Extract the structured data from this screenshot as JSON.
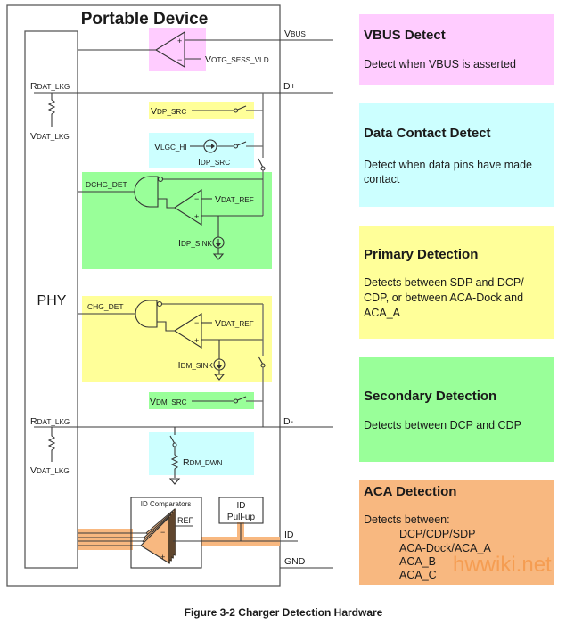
{
  "figure": {
    "title": "Portable Device",
    "phy_label": "PHY",
    "caption": "Figure 3-2  Charger Detection Hardware",
    "watermark": "hwwiki.net"
  },
  "signals": {
    "vbus": {
      "main": "V",
      "sub": "BUS"
    },
    "d_plus": "D+",
    "d_minus": "D-",
    "id": "ID",
    "gnd": "GND"
  },
  "components": {
    "votg_sess_vld": {
      "main": "V",
      "sub": "OTG_SESS_VLD"
    },
    "rdat_lkg": {
      "main": "R",
      "sub": "DAT_LKG"
    },
    "vdat_lkg": {
      "main": "V",
      "sub": "DAT_LKG"
    },
    "vdp_src": {
      "main": "V",
      "sub": "DP_SRC"
    },
    "vlgc_hi": {
      "main": "V",
      "sub": "LGC_HI"
    },
    "idp_src": {
      "main": "I",
      "sub": "DP_SRC"
    },
    "dchg_det": "DCHG_DET",
    "vdat_ref": {
      "main": "V",
      "sub": "DAT_REF"
    },
    "idp_sink": {
      "main": "I",
      "sub": "DP_SINK"
    },
    "chg_det": "CHG_DET",
    "idm_sink": {
      "main": "I",
      "sub": "DM_SINK"
    },
    "vdm_src": {
      "main": "V",
      "sub": "DM_SRC"
    },
    "rdm_dwn": {
      "main": "R",
      "sub": "DM_DWN"
    },
    "id_comparators": "ID Comparators",
    "ref": "REF",
    "id_pullup": [
      "ID",
      "Pull-up"
    ],
    "plus": "+",
    "minus": "−"
  },
  "colors": {
    "vbus_detect": "#ffccff",
    "data_contact": "#ccffff",
    "primary": "#ffff99",
    "secondary": "#99ff99",
    "aca": "#f8b880"
  },
  "legend": [
    {
      "title": "VBUS Detect",
      "lines": [
        "Detect when VBUS is asserted"
      ]
    },
    {
      "title": "Data Contact Detect",
      "lines": [
        "Detect when data pins have made",
        "contact"
      ]
    },
    {
      "title": "Primary Detection",
      "lines": [
        "Detects between SDP and DCP/",
        "CDP, or between ACA-Dock and",
        "ACA_A"
      ]
    },
    {
      "title": "Secondary Detection",
      "lines": [
        "Detects between DCP and CDP"
      ]
    },
    {
      "title": "ACA Detection",
      "lines": [
        "Detects between:"
      ],
      "items": [
        "DCP/CDP/SDP",
        "ACA-Dock/ACA_A",
        "ACA_B",
        "ACA_C"
      ]
    }
  ]
}
